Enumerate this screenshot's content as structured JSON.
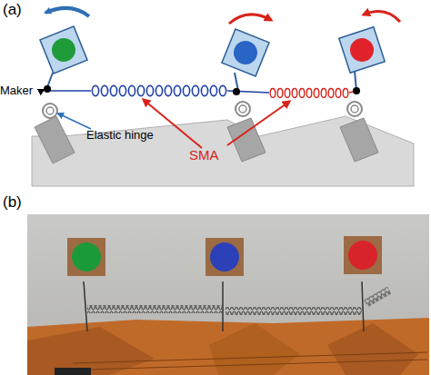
{
  "diagram": {
    "labels": [
      "(a)",
      "Maker",
      "Elastic hinge",
      "SMA",
      "(b)"
    ]
  }
}
